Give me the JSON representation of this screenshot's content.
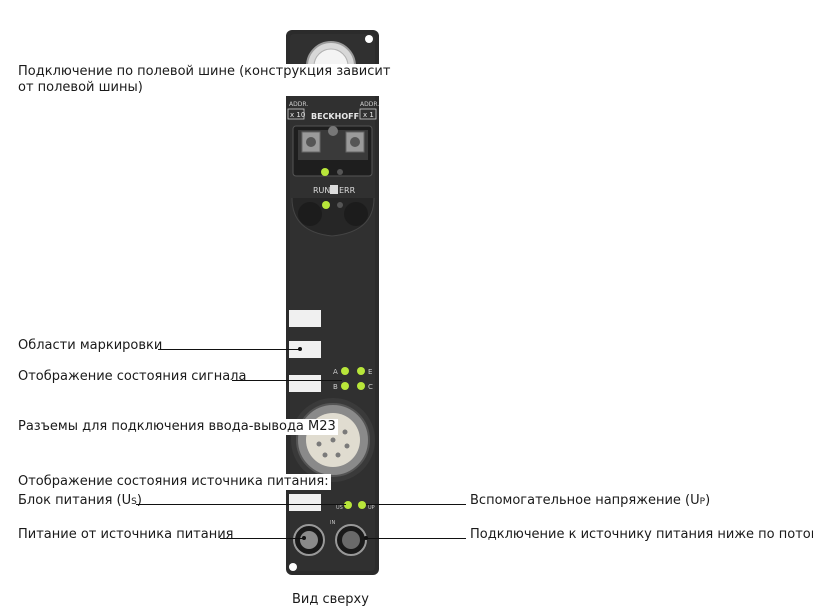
{
  "callouts": {
    "fieldbus": "Подключение по полевой шине (конструкция зависит",
    "fieldbus_line2": "от полевой шины)",
    "marking": "Области маркировки",
    "signal_status": "Отображение состояния сигнала",
    "io_connectors": "Разъемы для подключения ввода-вывода M23",
    "power_status_heading": "Отображение состояния источника питания:",
    "power_block_prefix": "Блок питания (U",
    "power_block_sub": "S",
    "power_block_suffix": ")",
    "aux_voltage_prefix": "Вспомогательное напряжение (U",
    "aux_voltage_sub": "P",
    "aux_voltage_suffix": ")",
    "power_supply_in": "Питание от источника питания",
    "power_downstream": "Подключение к источнику питания ниже по потоку",
    "caption": "Вид сверху"
  },
  "device": {
    "addr_left_title": "ADDR.",
    "addr_left_value": "x 10",
    "addr_right_title": "ADDR.",
    "addr_right_value": "x 1",
    "brand": "BECKHOFF",
    "run_label": "RUN",
    "err_label": "ERR",
    "led_letters": [
      "A",
      "E",
      "B",
      "C"
    ],
    "us_label": "US",
    "up_label": "UP",
    "pwr_label": "IN",
    "colors": {
      "housing": "#2b2b2b",
      "led_on": "#b8e63a",
      "marking": "#f0f0f0"
    }
  }
}
